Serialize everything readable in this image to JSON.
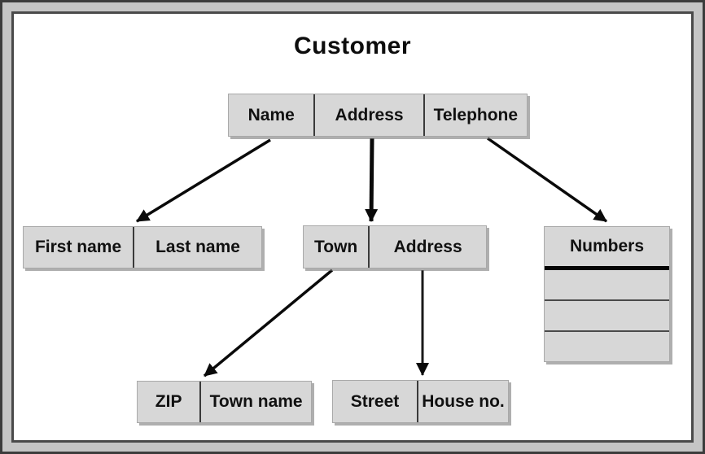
{
  "title": "Customer",
  "tables": {
    "customer": {
      "cells": [
        "Name",
        "Address",
        "Telephone"
      ]
    },
    "name": {
      "cells": [
        "First name",
        "Last name"
      ]
    },
    "address": {
      "cells": [
        "Town",
        "Address"
      ]
    },
    "numbers": {
      "header": "Numbers",
      "empty_row_count": 3
    },
    "zip": {
      "cells": [
        "ZIP",
        "Town name"
      ]
    },
    "street": {
      "cells": [
        "Street",
        "House no."
      ]
    }
  },
  "edges": [
    {
      "from": "Customer.Name",
      "to": "First name | Last name"
    },
    {
      "from": "Customer.Address",
      "to": "Town | Address"
    },
    {
      "from": "Customer.Telephone",
      "to": "Numbers"
    },
    {
      "from": "Address.Town",
      "to": "ZIP | Town name"
    },
    {
      "from": "Address.Address",
      "to": "Street | House no."
    }
  ],
  "colors": {
    "box_fill": "#d7d7d7",
    "box_border": "#a9a9a9",
    "cell_divider": "#3a3a3a",
    "arrow": "#0a0a0a",
    "frame_band": "#c5c5c5",
    "frame_border": "#3c3c3c",
    "thick_rule": "#050505"
  }
}
